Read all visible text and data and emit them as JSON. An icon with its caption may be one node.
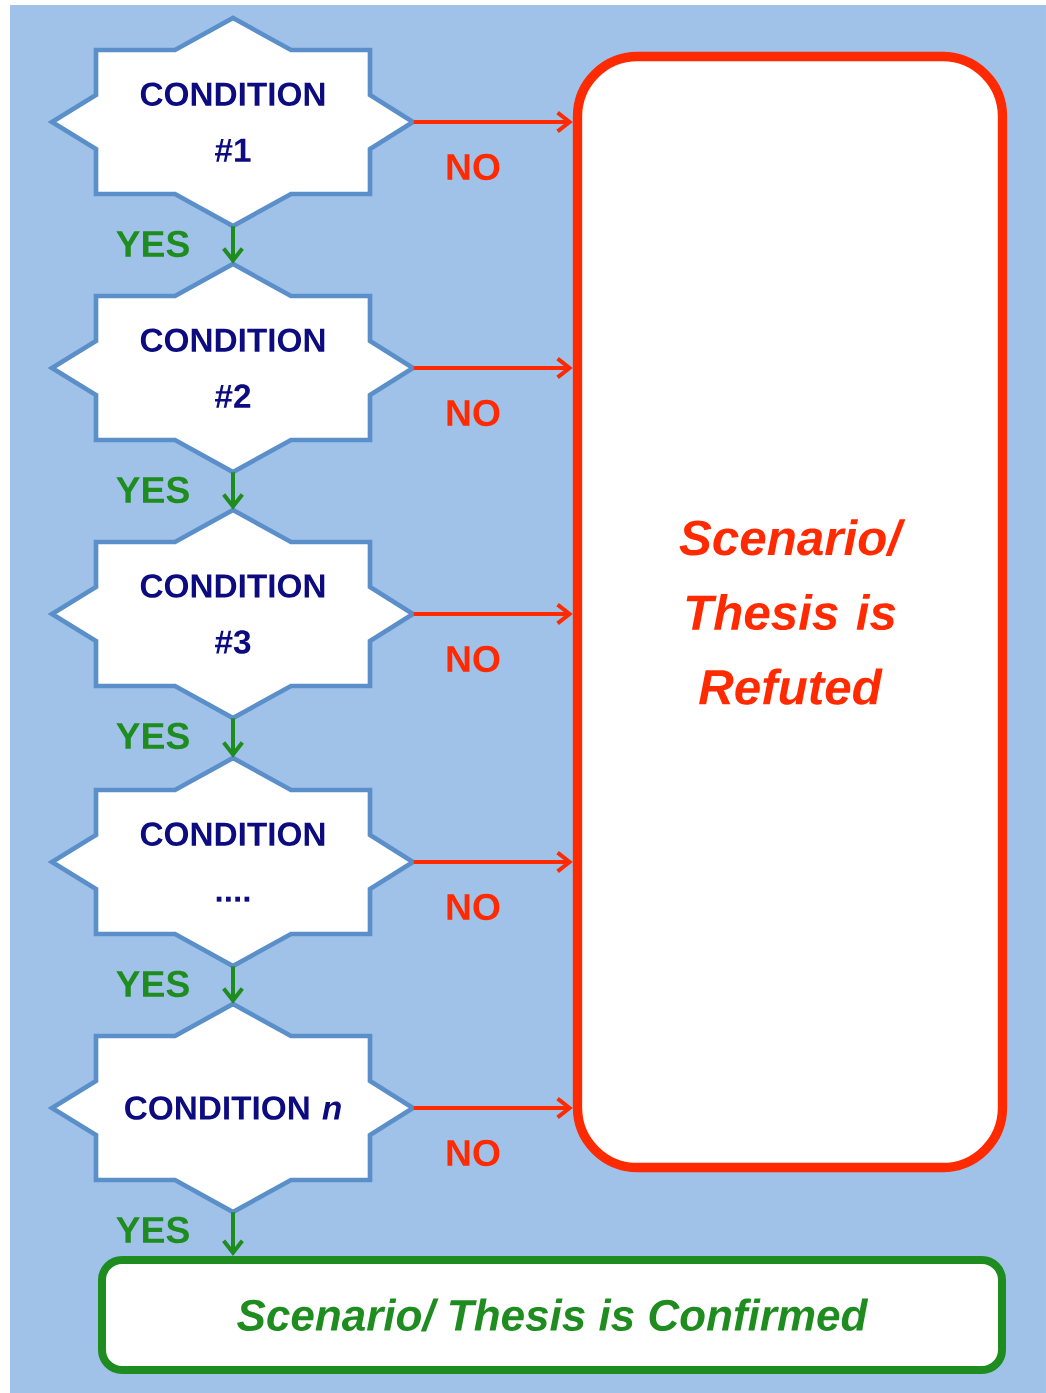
{
  "diagram": {
    "nodes": [
      {
        "text": [
          "CONDITION #1"
        ]
      },
      {
        "text": [
          "CONDITION #2"
        ]
      },
      {
        "text": [
          "CONDITION #3"
        ]
      },
      {
        "text": [
          "CONDITION ...."
        ]
      },
      {
        "text": [
          "CONDITION *n*"
        ]
      },
      {
        "text": [
          "Scenario/ Thesis is Refuted"
        ]
      },
      {
        "text": [
          "Scenario/ Thesis is Confirmed"
        ]
      }
    ],
    "edges": [
      {
        "from": 0,
        "to": 5,
        "arrow": "to",
        "label": "NO",
        "color": "#ff2a00"
      },
      {
        "from": 0,
        "to": 1,
        "arrow": "to",
        "label": "YES",
        "color": "#1e8c1e"
      },
      {
        "from": 1,
        "to": 5,
        "arrow": "to",
        "label": "NO",
        "color": "#ff2a00"
      },
      {
        "from": 1,
        "to": 2,
        "arrow": "to",
        "label": "YES",
        "color": "#1e8c1e"
      },
      {
        "from": 2,
        "to": 5,
        "arrow": "to",
        "label": "NO",
        "color": "#ff2a00"
      },
      {
        "from": 2,
        "to": 3,
        "arrow": "to",
        "label": "YES",
        "color": "#1e8c1e"
      },
      {
        "from": 3,
        "to": 5,
        "arrow": "to",
        "label": "NO",
        "color": "#ff2a00"
      },
      {
        "from": 3,
        "to": 4,
        "arrow": "to",
        "label": "YES",
        "color": "#1e8c1e"
      },
      {
        "from": 4,
        "to": 5,
        "arrow": "to",
        "label": "NO",
        "color": "#ff2a00"
      },
      {
        "from": 4,
        "to": 6,
        "arrow": "to",
        "label": "YES",
        "color": "#1e8c1e"
      }
    ]
  }
}
